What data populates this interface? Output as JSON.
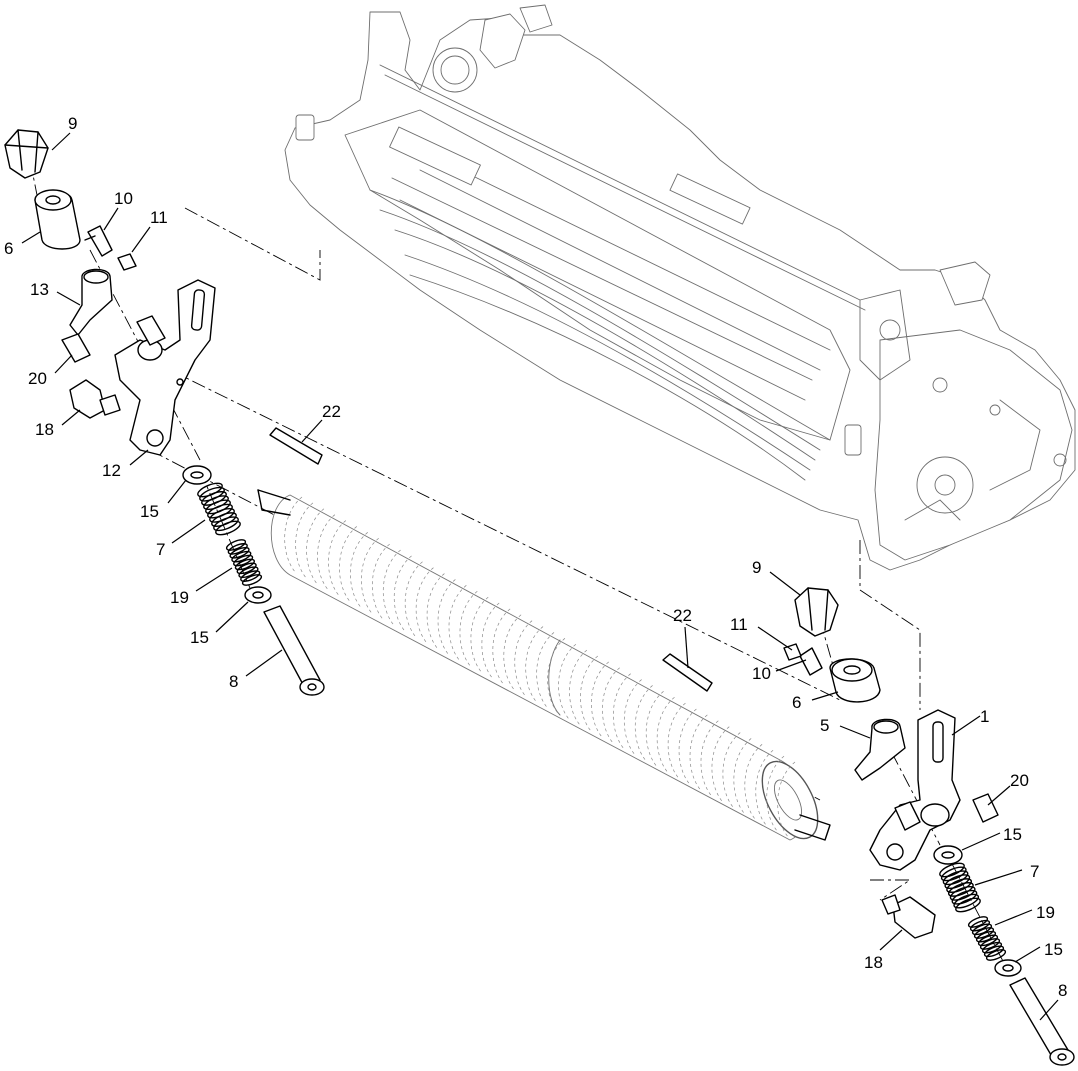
{
  "callouts": {
    "c1": "1",
    "c5": "5",
    "c6_left": "6",
    "c6_right": "6",
    "c7_left": "7",
    "c7_right": "7",
    "c8_left": "8",
    "c8_right": "8",
    "c9_left": "9",
    "c9_right": "9",
    "c10_left": "10",
    "c10_right": "10",
    "c11_left": "11",
    "c11_right": "11",
    "c12": "12",
    "c13": "13",
    "c15_left_top": "15",
    "c15_left_bottom": "15",
    "c15_right_top": "15",
    "c15_right_bottom": "15",
    "c18_left": "18",
    "c18_right": "18",
    "c19_left": "19",
    "c19_right": "19",
    "c20_left": "20",
    "c20_right": "20",
    "c22_left": "22",
    "c22_right": "22"
  }
}
